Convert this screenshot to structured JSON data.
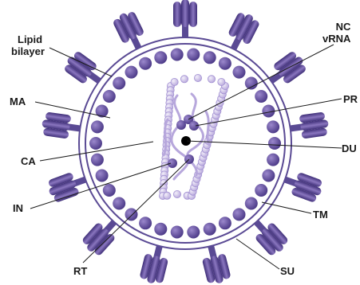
{
  "labels": {
    "lipid_line1": "Lipid",
    "lipid_line2": "bilayer",
    "nc": "NC",
    "vrna": "vRNA",
    "ma": "MA",
    "pr": "PR",
    "ca": "CA",
    "du": "DU",
    "in": "IN",
    "tm": "TM",
    "rt": "RT",
    "su": "SU"
  },
  "colors": {
    "purple_dark": "#4b3a86",
    "purple_mid": "#6c58a6",
    "purple_light": "#a896cf",
    "purple_pale": "#d4c9ea",
    "line": "#1a1a1a",
    "black_dot": "#000000"
  }
}
